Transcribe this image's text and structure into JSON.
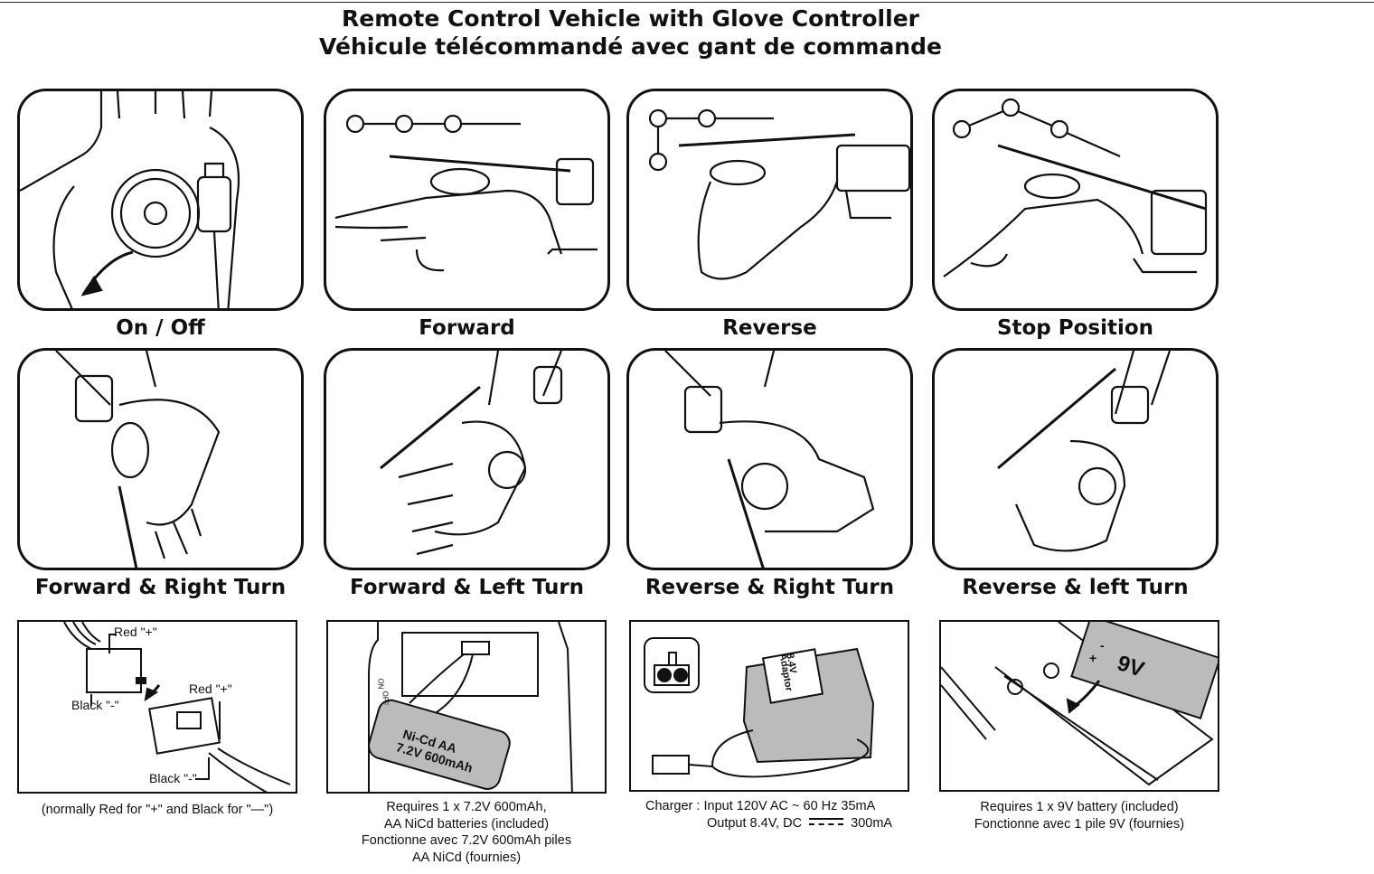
{
  "header": {
    "title_en": "Remote Control Vehicle with Glove Controller",
    "title_fr": "Véhicule télécommandé avec gant de commande"
  },
  "gestures": [
    {
      "label": "On / Off"
    },
    {
      "label": "Forward"
    },
    {
      "label": "Reverse"
    },
    {
      "label": "Stop Position"
    },
    {
      "label": "Forward & Right Turn"
    },
    {
      "label": "Forward & Left Turn"
    },
    {
      "label": "Reverse & Right Turn"
    },
    {
      "label": "Reverse & left Turn"
    }
  ],
  "connector": {
    "red_top": "Red \"+\"",
    "black_top": "Black \"-\"",
    "red_bottom": "Red \"+\"",
    "black_bottom": "Black \"-\"",
    "caption": "(normally Red for \"+\" and Black for \"—\")"
  },
  "battery_pack": {
    "pack_line1": "Ni-Cd AA",
    "pack_line2": "7.2V 600mAh",
    "switch_on": "ON",
    "switch_off": "OFF",
    "caption_lines": [
      "Requires 1 x 7.2V 600mAh,",
      "AA NiCd batteries (included)",
      "Fonctionne avec 7.2V 600mAh piles",
      "AA NiCd (fournies)"
    ]
  },
  "charger": {
    "adaptor_line1": "8.4V",
    "adaptor_line2": "Adaptor",
    "caption_line1": "Charger : Input 120V AC ~ 60 Hz  35mA",
    "caption_line2_a": "Output 8.4V, DC",
    "caption_line2_b": "300mA"
  },
  "battery_9v": {
    "label": "9V",
    "minus": "-",
    "plus": "+",
    "caption_lines": [
      "Requires 1 x 9V battery (included)",
      "Fonctionne avec 1 pile 9V (fournies)"
    ]
  }
}
